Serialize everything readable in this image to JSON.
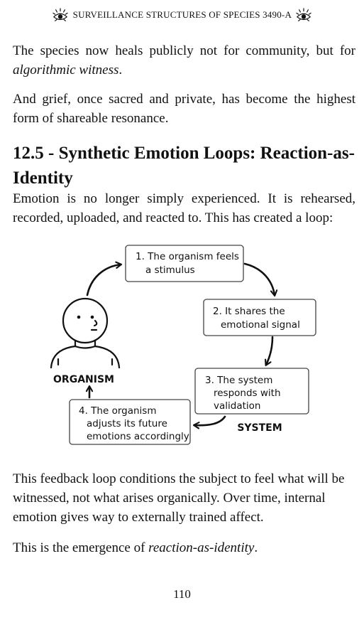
{
  "header": {
    "title": "SURVEILLANCE STRUCTURES OF SPECIES 3490-A",
    "left_icon": "eye-icon",
    "right_icon": "eye-icon"
  },
  "paragraphs": {
    "p1_text": "The species now heals publicly not for community, but for ",
    "p1_em": "algorithmic witness",
    "p1_end": ".",
    "p2": "And grief, once sacred and private, has become the highest form of shareable resonance."
  },
  "section": {
    "heading": "12.5 - Synthetic Emotion Loops: Reaction-as-Identity",
    "intro": "Emotion is no longer simply experienced. It is rehearsed, recorded, uploaded, and reacted to. This has created a loop:"
  },
  "diagram": {
    "organism_label": "ORGANISM",
    "system_label": "SYSTEM",
    "step1": [
      "1. The organism feels",
      "a stimulus"
    ],
    "step2": [
      "2. It shares the",
      "emotional signal"
    ],
    "step3": [
      "3. The system",
      "responds with",
      "validation"
    ],
    "step4": [
      "4. The organism",
      "adjusts its future",
      "emotions accordingly"
    ]
  },
  "closing": {
    "p4": "This feedback loop conditions the subject to feel what will be witnessed, not what arises organically. Over time, internal emotion gives way to externally trained affect.",
    "p5_text": "This is the emergence of ",
    "p5_em": "reaction-as-identity",
    "p5_end": "."
  },
  "page_number": "110"
}
